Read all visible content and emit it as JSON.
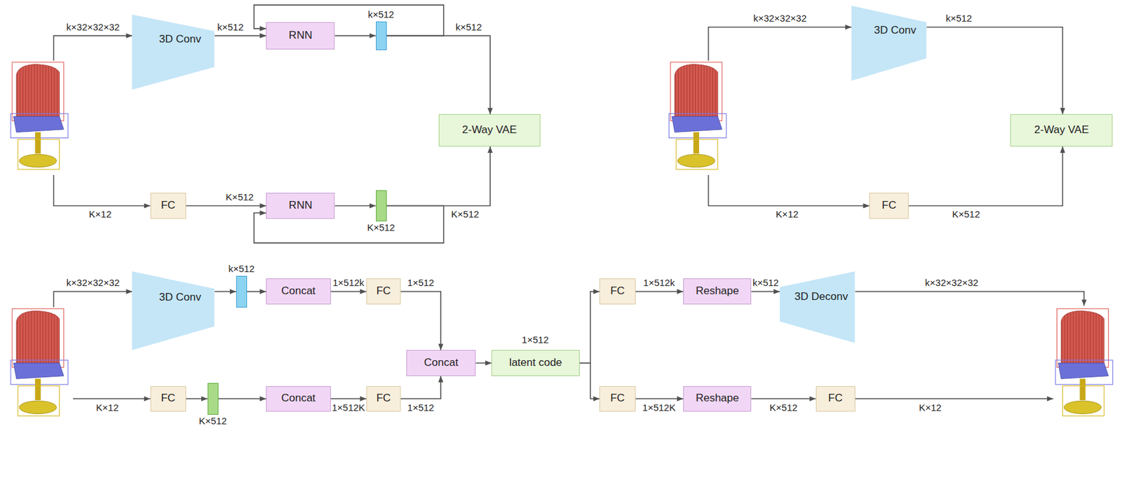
{
  "diagram": {
    "nodes": [
      {
        "text": [
          "3D Conv"
        ]
      },
      {
        "text": [
          "RNN"
        ]
      },
      {
        "text": [
          "k×512"
        ]
      },
      {
        "text": [
          "2-Way VAE"
        ]
      },
      {
        "text": [
          "FC"
        ]
      },
      {
        "text": [
          "RNN"
        ]
      },
      {
        "text": [
          "K×512"
        ]
      },
      {
        "text": [
          "3D Conv"
        ]
      },
      {
        "text": [
          "2-Way VAE"
        ]
      },
      {
        "text": [
          "FC"
        ]
      },
      {
        "text": [
          "3D Conv"
        ]
      },
      {
        "text": [
          "k×512"
        ]
      },
      {
        "text": [
          "Concat"
        ]
      },
      {
        "text": [
          "FC"
        ]
      },
      {
        "text": [
          "Concat"
        ]
      },
      {
        "text": [
          "latent code"
        ]
      },
      {
        "text": [
          "FC"
        ]
      },
      {
        "text": [
          "Reshape"
        ]
      },
      {
        "text": [
          "3D Deconv"
        ]
      },
      {
        "text": [
          "FC"
        ]
      },
      {
        "text": [
          "K×512"
        ]
      },
      {
        "text": [
          "Concat"
        ]
      },
      {
        "text": [
          "FC"
        ]
      },
      {
        "text": [
          "FC"
        ]
      },
      {
        "text": [
          "Reshape"
        ]
      },
      {
        "text": [
          "FC"
        ]
      }
    ],
    "edges": [
      {
        "from": 0,
        "to": 1,
        "arrow": "to",
        "label": "k×512"
      },
      {
        "from": 1,
        "to": 2,
        "arrow": "to"
      },
      {
        "from": 2,
        "to": 3,
        "arrow": "to",
        "label": "k×512"
      },
      {
        "from": 2,
        "to": 1,
        "arrow": "to"
      },
      {
        "from": 4,
        "to": 5,
        "arrow": "to",
        "label": "K×512"
      },
      {
        "from": 5,
        "to": 6,
        "arrow": "to"
      },
      {
        "from": 6,
        "to": 3,
        "arrow": "to",
        "label": "K×512"
      },
      {
        "from": 6,
        "to": 5,
        "arrow": "to"
      },
      {
        "from": 7,
        "to": 8,
        "arrow": "to",
        "label": "k×512"
      },
      {
        "from": 9,
        "to": 8,
        "arrow": "to",
        "label": "K×512"
      },
      {
        "from": 10,
        "to": 11,
        "arrow": "to"
      },
      {
        "from": 11,
        "to": 12,
        "arrow": "to"
      },
      {
        "from": 12,
        "to": 13,
        "arrow": "to",
        "label": "1×512k"
      },
      {
        "from": 13,
        "to": 14,
        "arrow": "to",
        "label": "1×512"
      },
      {
        "from": 19,
        "to": 20,
        "arrow": "to"
      },
      {
        "from": 20,
        "to": 21,
        "arrow": "to"
      },
      {
        "from": 21,
        "to": 22,
        "arrow": "to",
        "label": "1×512K"
      },
      {
        "from": 22,
        "to": 14,
        "arrow": "to",
        "label": "1×512"
      },
      {
        "from": 14,
        "to": 15,
        "arrow": "to"
      },
      {
        "from": 15,
        "to": 16,
        "arrow": "to"
      },
      {
        "from": 15,
        "to": 23,
        "arrow": "to"
      },
      {
        "from": 16,
        "to": 17,
        "arrow": "to",
        "label": "1×512k"
      },
      {
        "from": 17,
        "to": 18,
        "arrow": "to",
        "label": "k×512"
      },
      {
        "from": 23,
        "to": 24,
        "arrow": "to",
        "label": "1×512K"
      },
      {
        "from": 24,
        "to": 25,
        "arrow": "to",
        "label": "K×512"
      }
    ],
    "labels": [
      "k×32×32×32",
      "K×12",
      "k×32×32×32",
      "K×12",
      "k×32×32×32",
      "K×12",
      "1×512",
      "k×32×32×32",
      "K×12"
    ]
  }
}
